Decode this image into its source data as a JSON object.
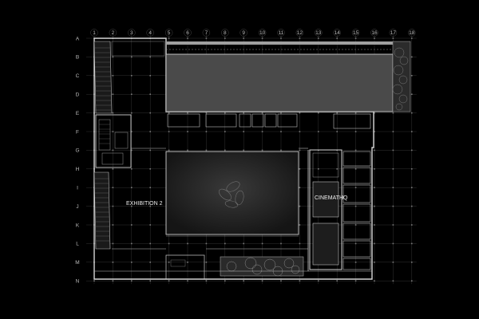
{
  "grid": {
    "columns": [
      "1",
      "2",
      "3",
      "4",
      "5",
      "6",
      "7",
      "8",
      "9",
      "10",
      "11",
      "12",
      "13",
      "14",
      "15",
      "16",
      "17",
      "18"
    ],
    "rows": [
      "A",
      "B",
      "C",
      "D",
      "E",
      "F",
      "G",
      "H",
      "I",
      "J",
      "K",
      "L",
      "M",
      "N"
    ]
  },
  "labels": {
    "exhibition2": "EXHIBITION 2",
    "cinematheque": "CINEMATHQ"
  },
  "colors": {
    "background": "#000000",
    "wall": "#d8d8d8",
    "grid": "#3a3a3a",
    "hall_fill": "#4a4a4a",
    "planting": "#8a8a8a"
  }
}
